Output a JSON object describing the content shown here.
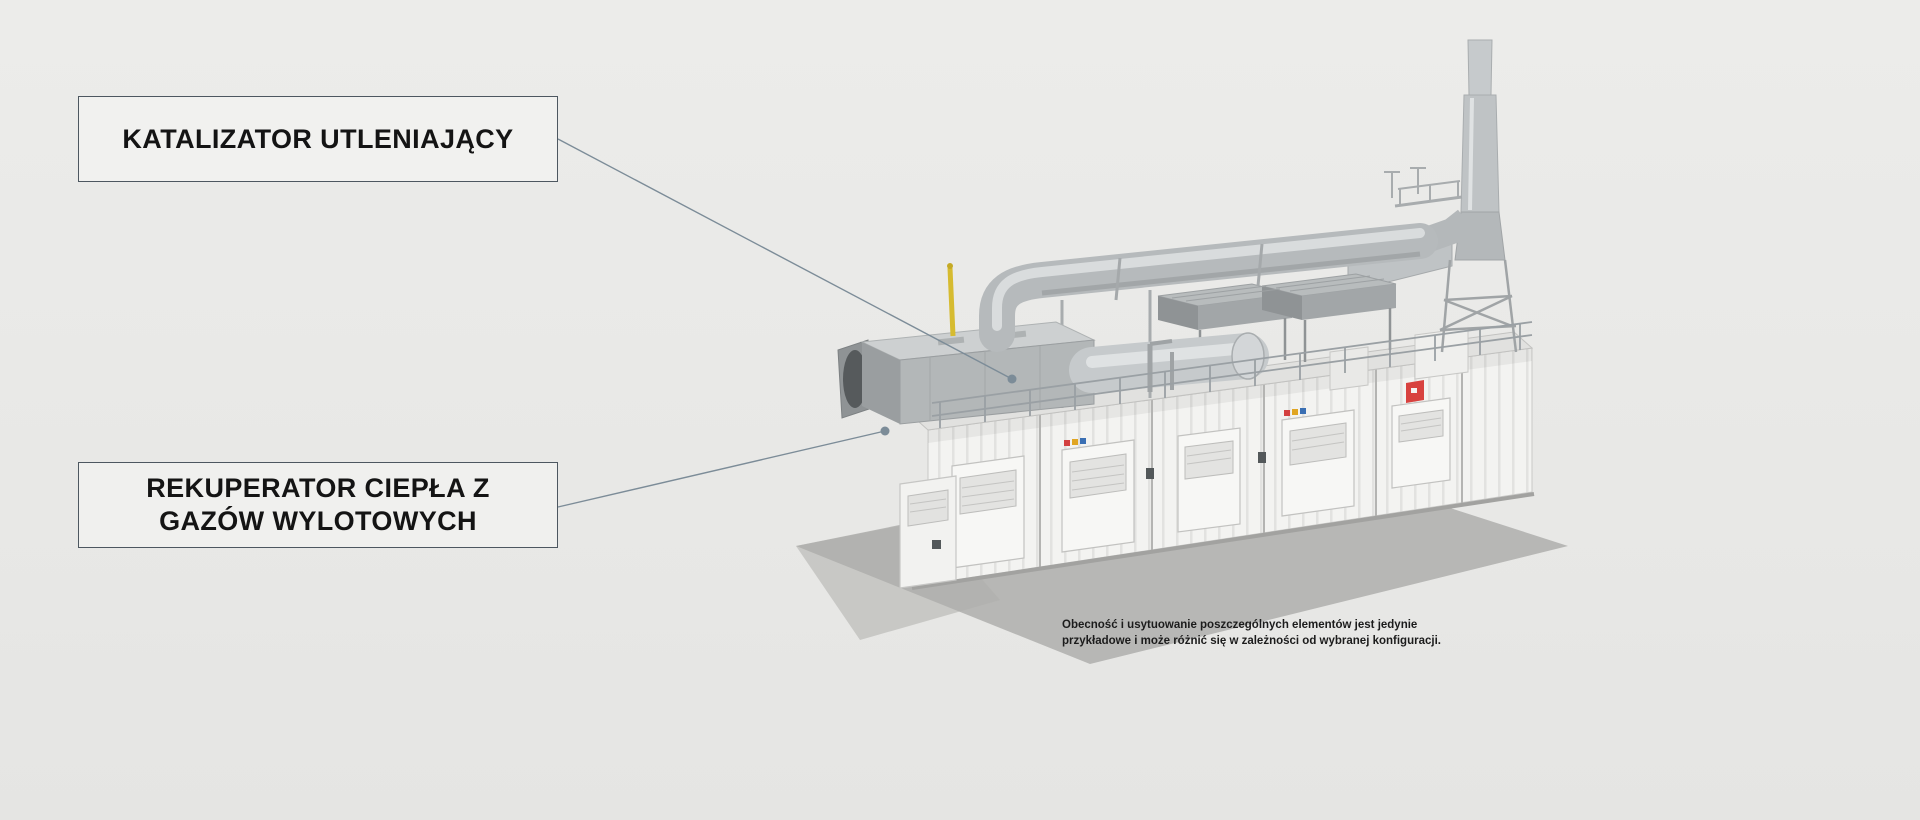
{
  "page": {
    "background": "#e9e9e7",
    "kind": "labeled-technical-illustration"
  },
  "callouts": [
    {
      "id": "oxidation-catalyst",
      "lines": [
        "KATALIZATOR UTLENIAJĄCY"
      ]
    },
    {
      "id": "exhaust-heat-recuperator",
      "lines": [
        "REKUPERATOR CIEPŁA Z",
        "GAZÓW WYLOTOWYCH"
      ]
    }
  ],
  "disclaimer": {
    "lines": [
      "Obecność i usytuowanie poszczególnych elementów jest jedynie",
      "przykładowe i może różnić się w zależności od wybranej konfiguracji."
    ]
  },
  "colors": {
    "background": "#e9e9e7",
    "callout_border": "#4d5760",
    "leader_line": "#7c8c98",
    "text": "#141414",
    "machine_white": "#f3f3f1",
    "machine_metal": "#b6babc",
    "machine_dark_gray": "#8f9395",
    "ground_shadow": "#b7b7b5",
    "accent_yellow": "#d6bb30",
    "accent_red": "#d8423f"
  },
  "illustration": {
    "name": "containerized-chp-unit",
    "parts": [
      "ground-shadow",
      "container-module-row",
      "service-deck",
      "deck-railing",
      "oxidation-catalyst-housing",
      "exhaust-pipe",
      "exhaust-silencer",
      "heat-exchanger-bank",
      "exhaust-stack",
      "stack-support-frame",
      "yellow-marker-pole",
      "brand-logo"
    ]
  }
}
